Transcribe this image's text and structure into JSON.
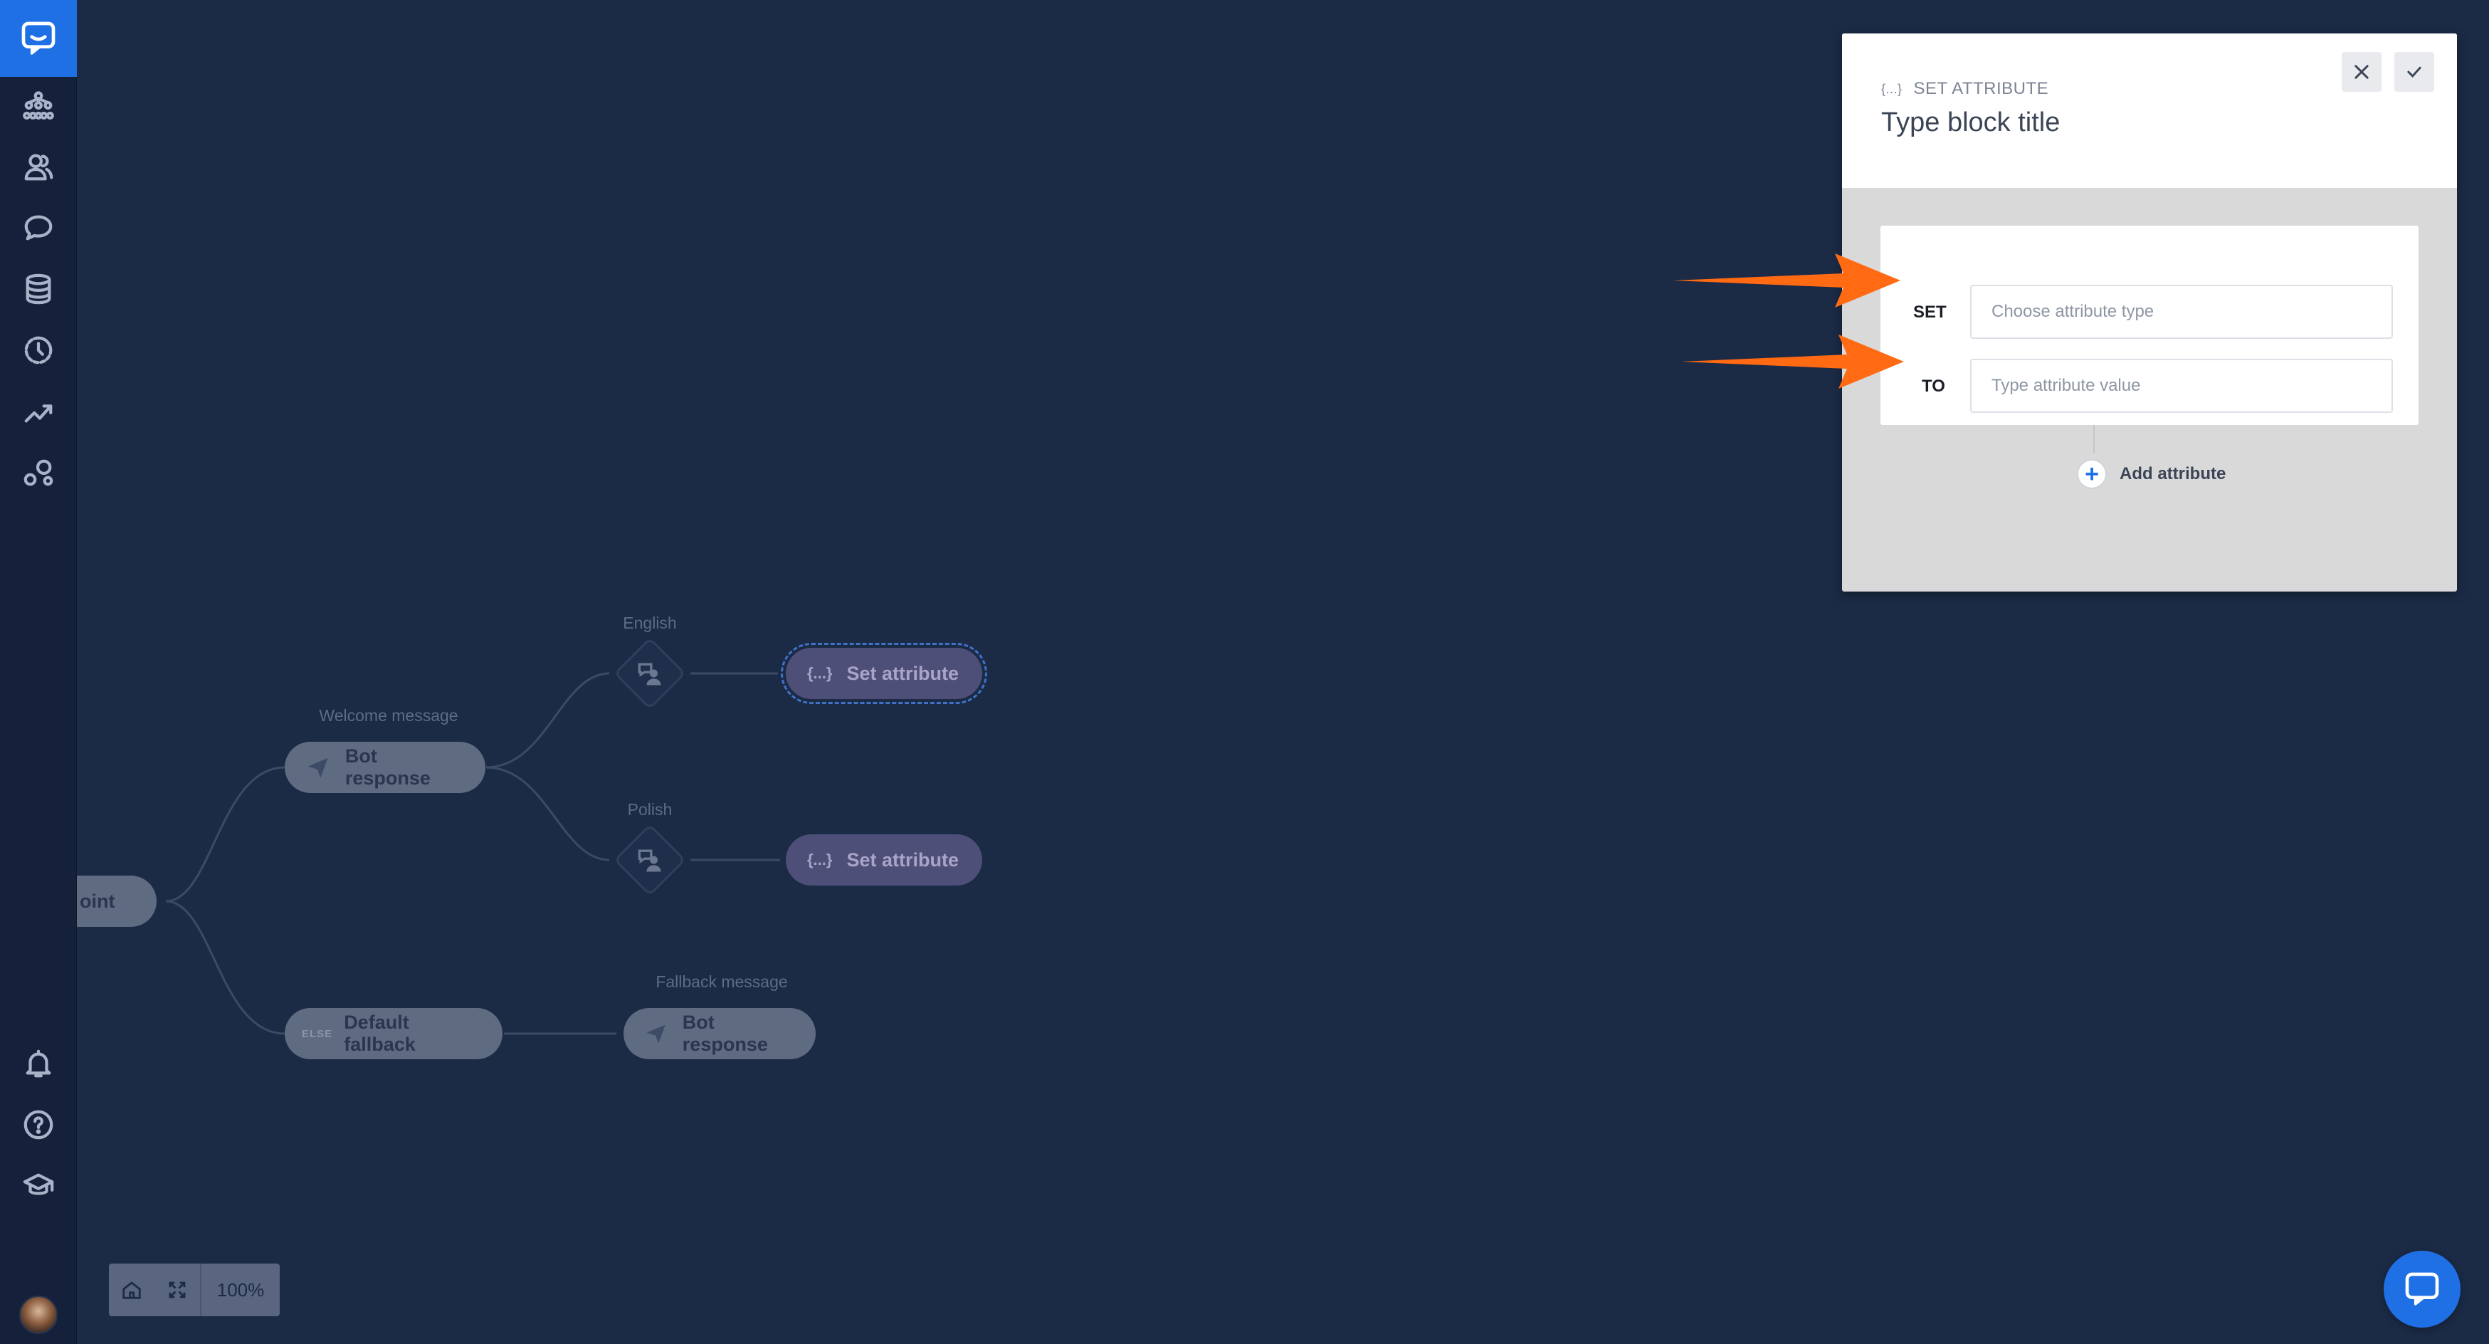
{
  "app": {
    "brand_color": "#1f6fe5"
  },
  "sidebar": {
    "items": [
      {
        "icon": "sitemap-icon",
        "label": "Stories"
      },
      {
        "icon": "users-icon",
        "label": "Users"
      },
      {
        "icon": "chat-icon",
        "label": "Chats"
      },
      {
        "icon": "database-icon",
        "label": "Data"
      },
      {
        "icon": "history-icon",
        "label": "History"
      },
      {
        "icon": "analytics-icon",
        "label": "Analytics"
      },
      {
        "icon": "integrations-icon",
        "label": "Integrations"
      }
    ],
    "bottom": [
      {
        "icon": "bell-icon"
      },
      {
        "icon": "help-icon"
      },
      {
        "icon": "graduation-cap-icon"
      }
    ]
  },
  "flow": {
    "entry_label": "oint",
    "welcome_caption": "Welcome message",
    "bot_response_label": "Bot response",
    "english_caption": "English",
    "polish_caption": "Polish",
    "set_attribute_label": "Set attribute",
    "default_fallback_label": "Default fallback",
    "else_tag": "ELSE",
    "fallback_caption": "Fallback message",
    "fallback_bot_response_label": "Bot response",
    "attr_glyph": "{...}"
  },
  "zoom": {
    "level": "100%"
  },
  "panel": {
    "type_glyph": "{...}",
    "type_label": "SET ATTRIBUTE",
    "title": "Type block title",
    "set_label": "SET",
    "set_placeholder": "Choose attribute type",
    "to_label": "TO",
    "to_placeholder": "Type attribute value",
    "add_attribute_label": "Add attribute",
    "add_plus": "+"
  },
  "colors": {
    "canvas_bg": "#1b2a45",
    "arrow": "#ff6a13"
  }
}
